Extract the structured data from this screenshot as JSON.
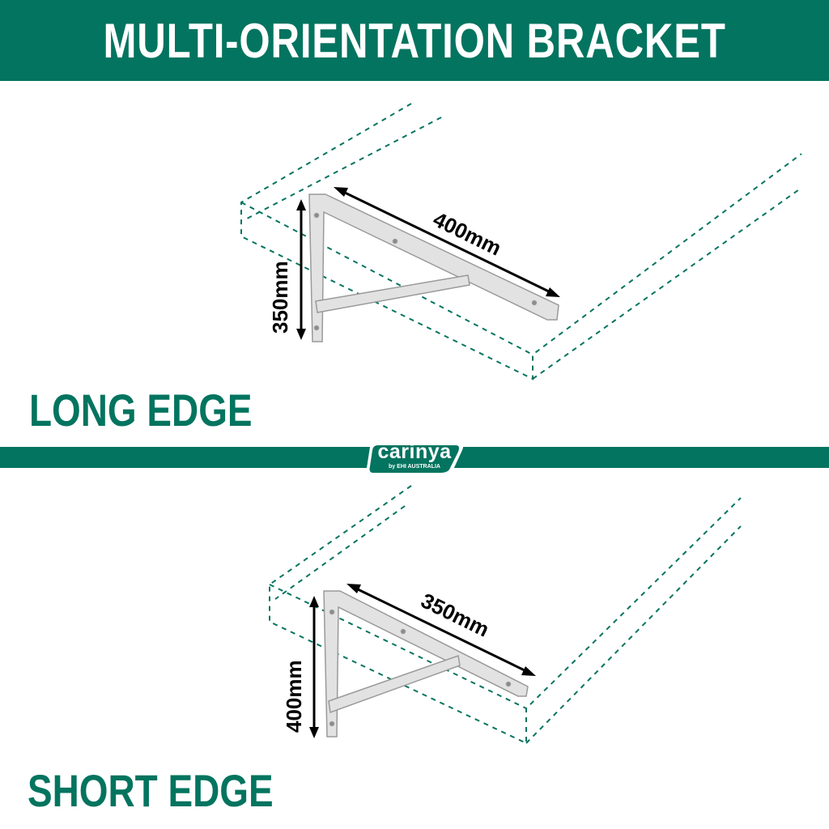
{
  "header": {
    "title": "MULTI-ORIENTATION BRACKET"
  },
  "brand": {
    "name": "carinya",
    "tagline": "by EHI AUSTRALIA"
  },
  "sections": {
    "long": {
      "label": "LONG EDGE",
      "horizontal_dim": "400mm",
      "vertical_dim": "350mm"
    },
    "short": {
      "label": "SHORT EDGE",
      "horizontal_dim": "350mm",
      "vertical_dim": "400mm"
    }
  },
  "colors": {
    "brand_green": "#03745f",
    "bracket": "#e2e2e2",
    "dim_line": "#000000"
  },
  "icons": {
    "logo": "carinya-logo-badge",
    "bracket": "l-shelf-bracket-illustration"
  }
}
